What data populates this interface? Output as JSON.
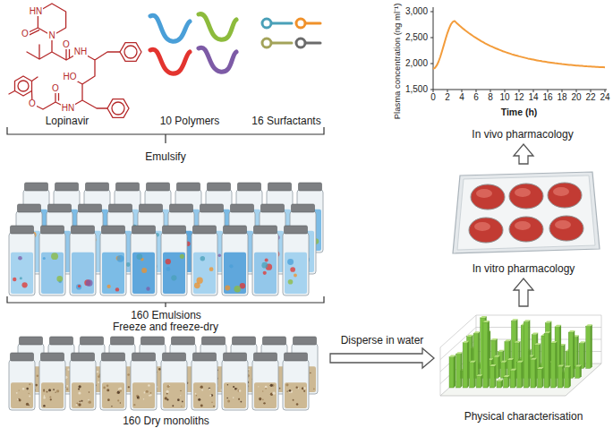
{
  "diagram": {
    "nodes": [
      {
        "text": [
          "Lopinavir"
        ]
      },
      {
        "text": [
          "10 Polymers"
        ]
      },
      {
        "text": [
          "16 Surfactants"
        ]
      },
      {
        "text": [
          "160 Emulsions"
        ]
      },
      {
        "text": [
          "160 Dry monoliths"
        ]
      },
      {
        "text": [
          "Physical characterisation"
        ]
      },
      {
        "text": [
          "In vitro pharmacology"
        ]
      },
      {
        "text": [
          "In vivo pharmacology"
        ]
      }
    ],
    "edges": [
      {
        "from": 4,
        "to": 5,
        "arrow": "to",
        "label": "Disperse in water"
      },
      {
        "from": 5,
        "to": 6,
        "arrow": "to"
      },
      {
        "from": 6,
        "to": 7,
        "arrow": "to"
      }
    ],
    "labels": [
      "Emulsify",
      "Freeze and freeze-dry",
      "HN",
      "O",
      "N",
      "O",
      "NH",
      "HO",
      "O",
      "HN",
      "O",
      "3,000",
      "2,500",
      "2,000",
      "1,500",
      "0",
      "2",
      "4",
      "6",
      "8",
      "10",
      "12",
      "14",
      "16",
      "18",
      "20",
      "22",
      "24",
      "Time (h)",
      "Plasma concentration (ng ml⁻¹)"
    ]
  }
}
